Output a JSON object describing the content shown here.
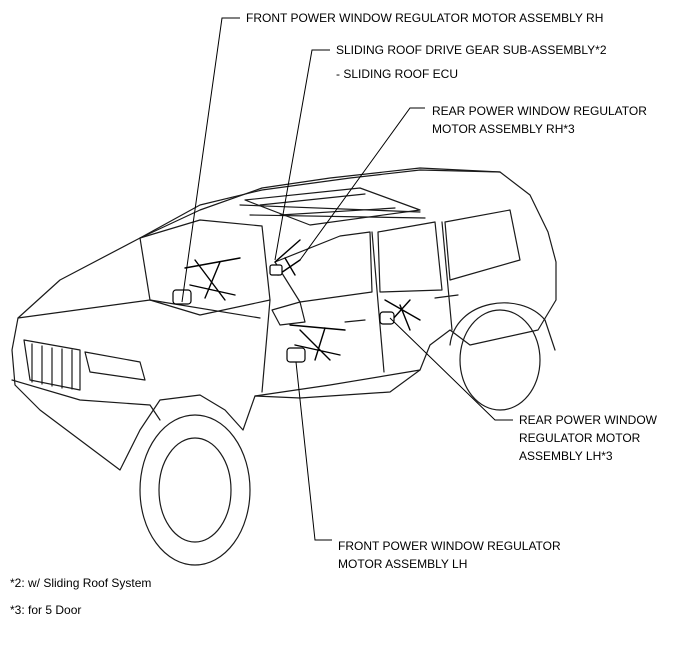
{
  "callouts": {
    "front_rh": "FRONT POWER WINDOW REGULATOR MOTOR ASSEMBLY RH",
    "sliding_roof_gear": "SLIDING ROOF DRIVE GEAR SUB-ASSEMBLY*2",
    "sliding_roof_ecu": "- SLIDING ROOF ECU",
    "rear_rh": "REAR POWER WINDOW REGULATOR\nMOTOR ASSEMBLY RH*3",
    "rear_lh": "REAR POWER WINDOW\nREGULATOR MOTOR\nASSEMBLY LH*3",
    "front_lh": "FRONT POWER WINDOW REGULATOR\nMOTOR ASSEMBLY LH"
  },
  "notes": {
    "note_2": "*2: w/ Sliding Roof System",
    "note_3": "*3: for 5 Door"
  },
  "colors": {
    "line": "#000000",
    "outline": "#1a1a1a",
    "background": "#ffffff"
  }
}
